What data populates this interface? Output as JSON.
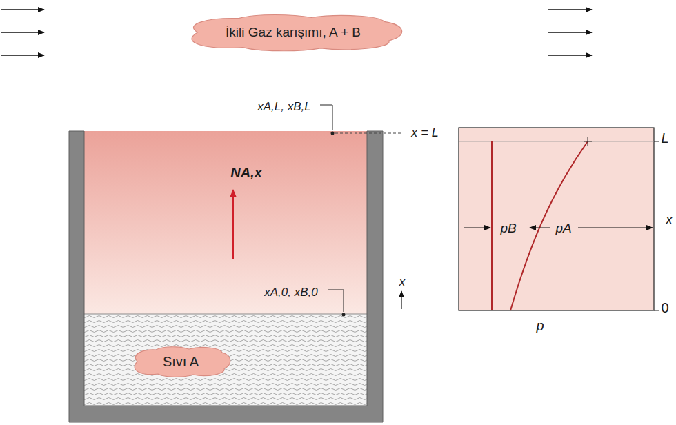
{
  "diagram": {
    "nodes": [
      {
        "text": [
          "İkili Gaz karışımı, A + B"
        ]
      },
      {
        "text": [
          "Sıvı A"
        ]
      }
    ],
    "labels": [
      "xA,L, xB,L",
      "x = L",
      "NA,x",
      "xA,0, xB,0",
      "x",
      "L",
      "x",
      "0",
      "pB",
      "pA",
      "p"
    ]
  }
}
